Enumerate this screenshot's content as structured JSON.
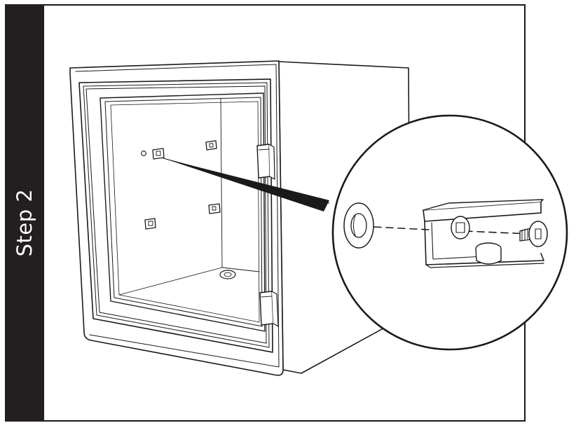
{
  "step": {
    "label": "Step 2"
  },
  "colors": {
    "band": "#231f20",
    "line": "#1a1a1a",
    "background": "#ffffff"
  },
  "parts": {
    "cabinet": "glass-door-cabinet-illustration",
    "detail": "clip-mounting-detail-magnifier"
  }
}
